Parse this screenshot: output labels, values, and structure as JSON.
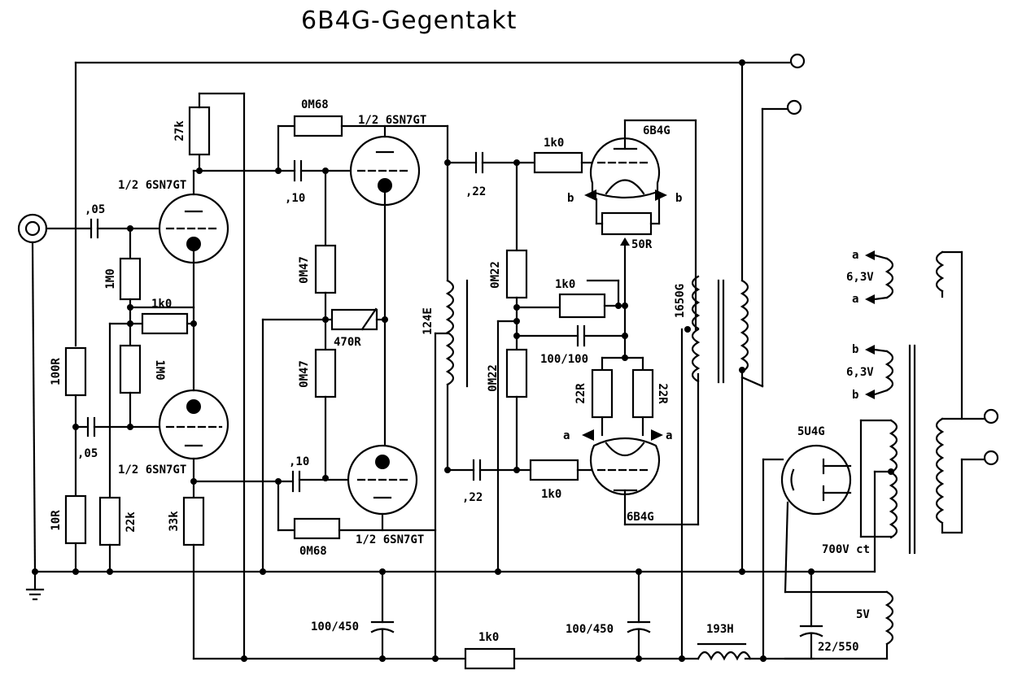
{
  "title": "6B4G-Gegentakt",
  "labels": {
    "r_27k": "27k",
    "r_1m0_a": "1M0",
    "r_1m0_b": "1M0",
    "r_1k0_grid": "1k0",
    "r_100r": "100R",
    "r_10r": "10R",
    "r_22k": "22k",
    "r_33k": "33k",
    "r_0m68_top": "0M68",
    "r_0m68_bot": "0M68",
    "r_0m47_top": "0M47",
    "r_0m47_bot": "0M47",
    "r_470r": "470R",
    "r_1k0_top": "1k0",
    "r_1k0_bot": "1k0",
    "r_0m22_top": "0M22",
    "r_0m22_bot": "0M22",
    "r_1k0_mid": "1k0",
    "r_50r": "50R",
    "r_22r_a": "22R",
    "r_22r_b": "22R",
    "r_1k0_psu": "1k0",
    "c_05_in": ",05",
    "c_05_low": ",05",
    "c_10_top": ",10",
    "c_10_bot": ",10",
    "c_22_top": ",22",
    "c_22_bot": ",22",
    "c_100_100": "100/100",
    "c_100_450_a": "100/450",
    "c_100_450_b": "100/450",
    "c_22_550": "22/550",
    "tube_v1a": "1/2 6SN7GT",
    "tube_v1b": "1/2 6SN7GT",
    "tube_v2a": "1/2 6SN7GT",
    "tube_v2b": "1/2 6SN7GT",
    "tube_out_a": "6B4G",
    "tube_out_b": "6B4G",
    "tube_rect": "5U4G",
    "choke_124e": "124E",
    "trafo_1650g": "1650G",
    "choke_193h": "193H",
    "pt_6v3_a": "6,3V",
    "pt_6v3_b": "6,3V",
    "pt_700v": "700V ct",
    "pt_5v": "5V",
    "heater_a1": "a",
    "heater_a2": "a",
    "heater_b1": "b",
    "heater_b2": "b",
    "fil_b_left": "b",
    "fil_b_right": "b",
    "fil_a_left": "a",
    "fil_a_right": "a"
  }
}
